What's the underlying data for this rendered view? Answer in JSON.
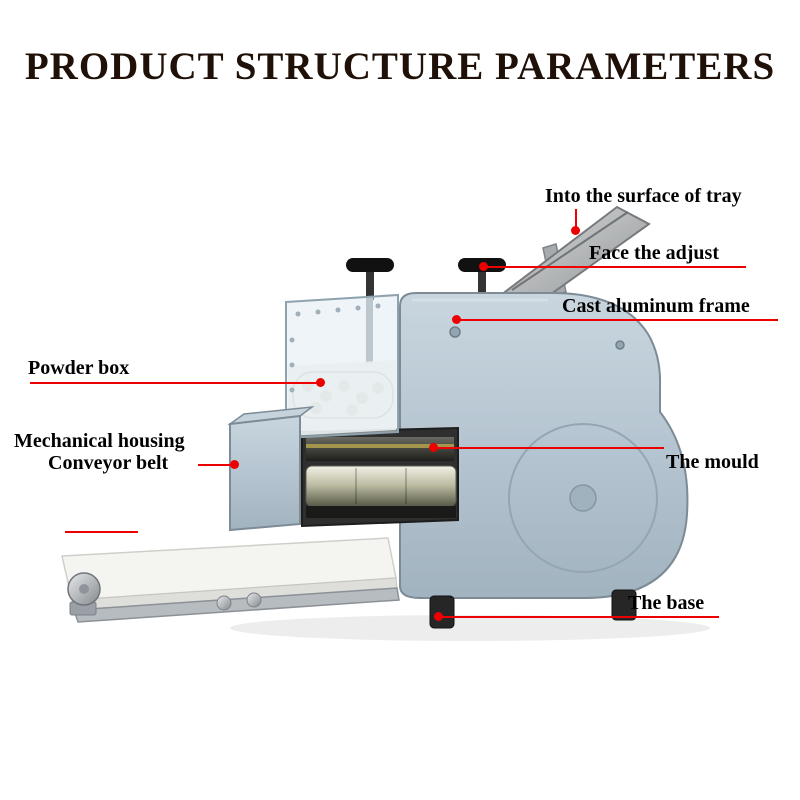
{
  "title": "PRODUCT STRUCTURE PARAMETERS",
  "labels": {
    "tray": "Into the surface of tray",
    "adjust": "Face the adjust",
    "frame": "Cast aluminum frame",
    "powder_box": "Powder box",
    "mechanical_housing": "Mechanical housing",
    "conveyor_belt": "Conveyor belt",
    "mould": "The mould",
    "base": "The base"
  },
  "colors": {
    "title_text": "#1f1008",
    "label_text": "#000000",
    "leader_line": "#ee0000",
    "machine_body": "#b9c8d2",
    "belt": "#f4f4f1",
    "knob": "#111111",
    "opening": "#2e2f2e"
  },
  "illustration": {
    "subject": "dumpling wrapper machine",
    "parts": [
      "feed-tray",
      "adjust-knob",
      "cast-aluminum-frame",
      "powder-box",
      "brush-roller",
      "mould-rollers",
      "mechanical-housing",
      "conveyor-belt",
      "belt-roller",
      "base-foot"
    ]
  }
}
